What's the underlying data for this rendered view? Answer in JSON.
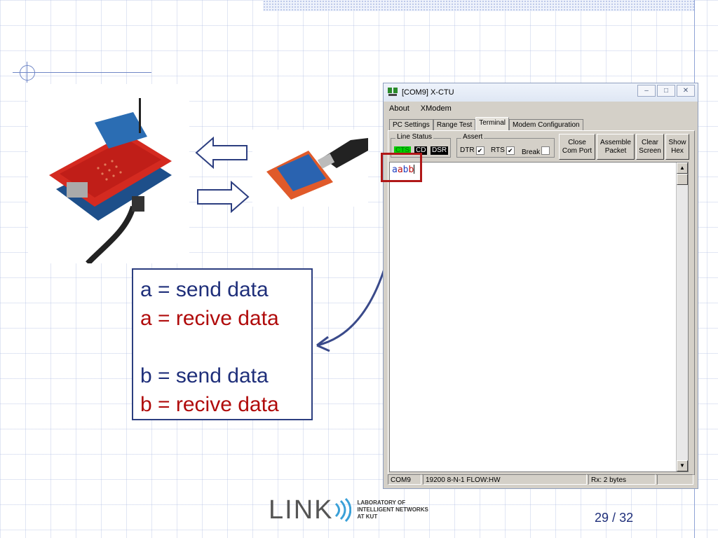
{
  "window": {
    "title": "[COM9] X-CTU",
    "menu": [
      "About",
      "XModem"
    ],
    "tabs": [
      "PC Settings",
      "Range Test",
      "Terminal",
      "Modem Configuration"
    ],
    "active_tab": "Terminal",
    "line_status_label": "Line Status",
    "line_status": [
      "CTS",
      "CD",
      "DSR"
    ],
    "assert_label": "Assert",
    "assert": [
      {
        "label": "DTR",
        "checked": true
      },
      {
        "label": "RTS",
        "checked": true
      },
      {
        "label": "Break",
        "checked": false
      }
    ],
    "buttons": [
      {
        "line1": "Close",
        "line2": "Com Port"
      },
      {
        "line1": "Assemble",
        "line2": "Packet"
      },
      {
        "line1": "Clear",
        "line2": "Screen"
      },
      {
        "line1": "Show",
        "line2": "Hex"
      }
    ],
    "terminal_text": [
      "a",
      "a",
      "b",
      "b"
    ],
    "status": {
      "port": "COM9",
      "settings": "19200 8-N-1  FLOW:HW",
      "rx": "Rx: 2 bytes"
    }
  },
  "legend": {
    "lines": [
      {
        "text": "a = send data",
        "kind": "send"
      },
      {
        "text": "a = recive data",
        "kind": "recv"
      },
      {
        "text": "",
        "kind": "blank"
      },
      {
        "text": "b = send data",
        "kind": "send"
      },
      {
        "text": "b = recive data",
        "kind": "recv"
      }
    ]
  },
  "logo": {
    "word": "LINK",
    "sub": [
      "LABORATORY OF",
      "INTELLIGENT NETWORKS",
      "AT KUT"
    ]
  },
  "page": {
    "current": "29",
    "separator": "/",
    "total": "32"
  },
  "colors": {
    "send": "#1f2f7a",
    "recv": "#b00b0b",
    "highlight": "#b01818",
    "cts_lamp": "#00d000"
  }
}
